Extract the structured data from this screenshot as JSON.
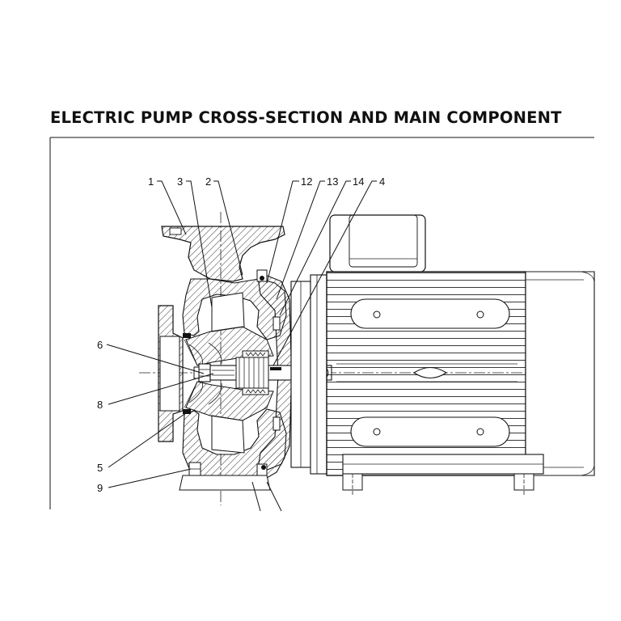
{
  "title": "ELECTRIC PUMP CROSS-SECTION AND MAIN COMPONENT",
  "callouts": {
    "c1": "1",
    "c3": "3",
    "c2": "2",
    "c12": "12",
    "c13": "13",
    "c14": "14",
    "c4": "4",
    "c6": "6",
    "c8": "8",
    "c5": "5",
    "c9": "9"
  },
  "icons": [
    "pump-casing-icon",
    "impeller-icon",
    "shaft-icon",
    "motor-icon",
    "terminal-box-icon",
    "motor-feet-icon"
  ]
}
